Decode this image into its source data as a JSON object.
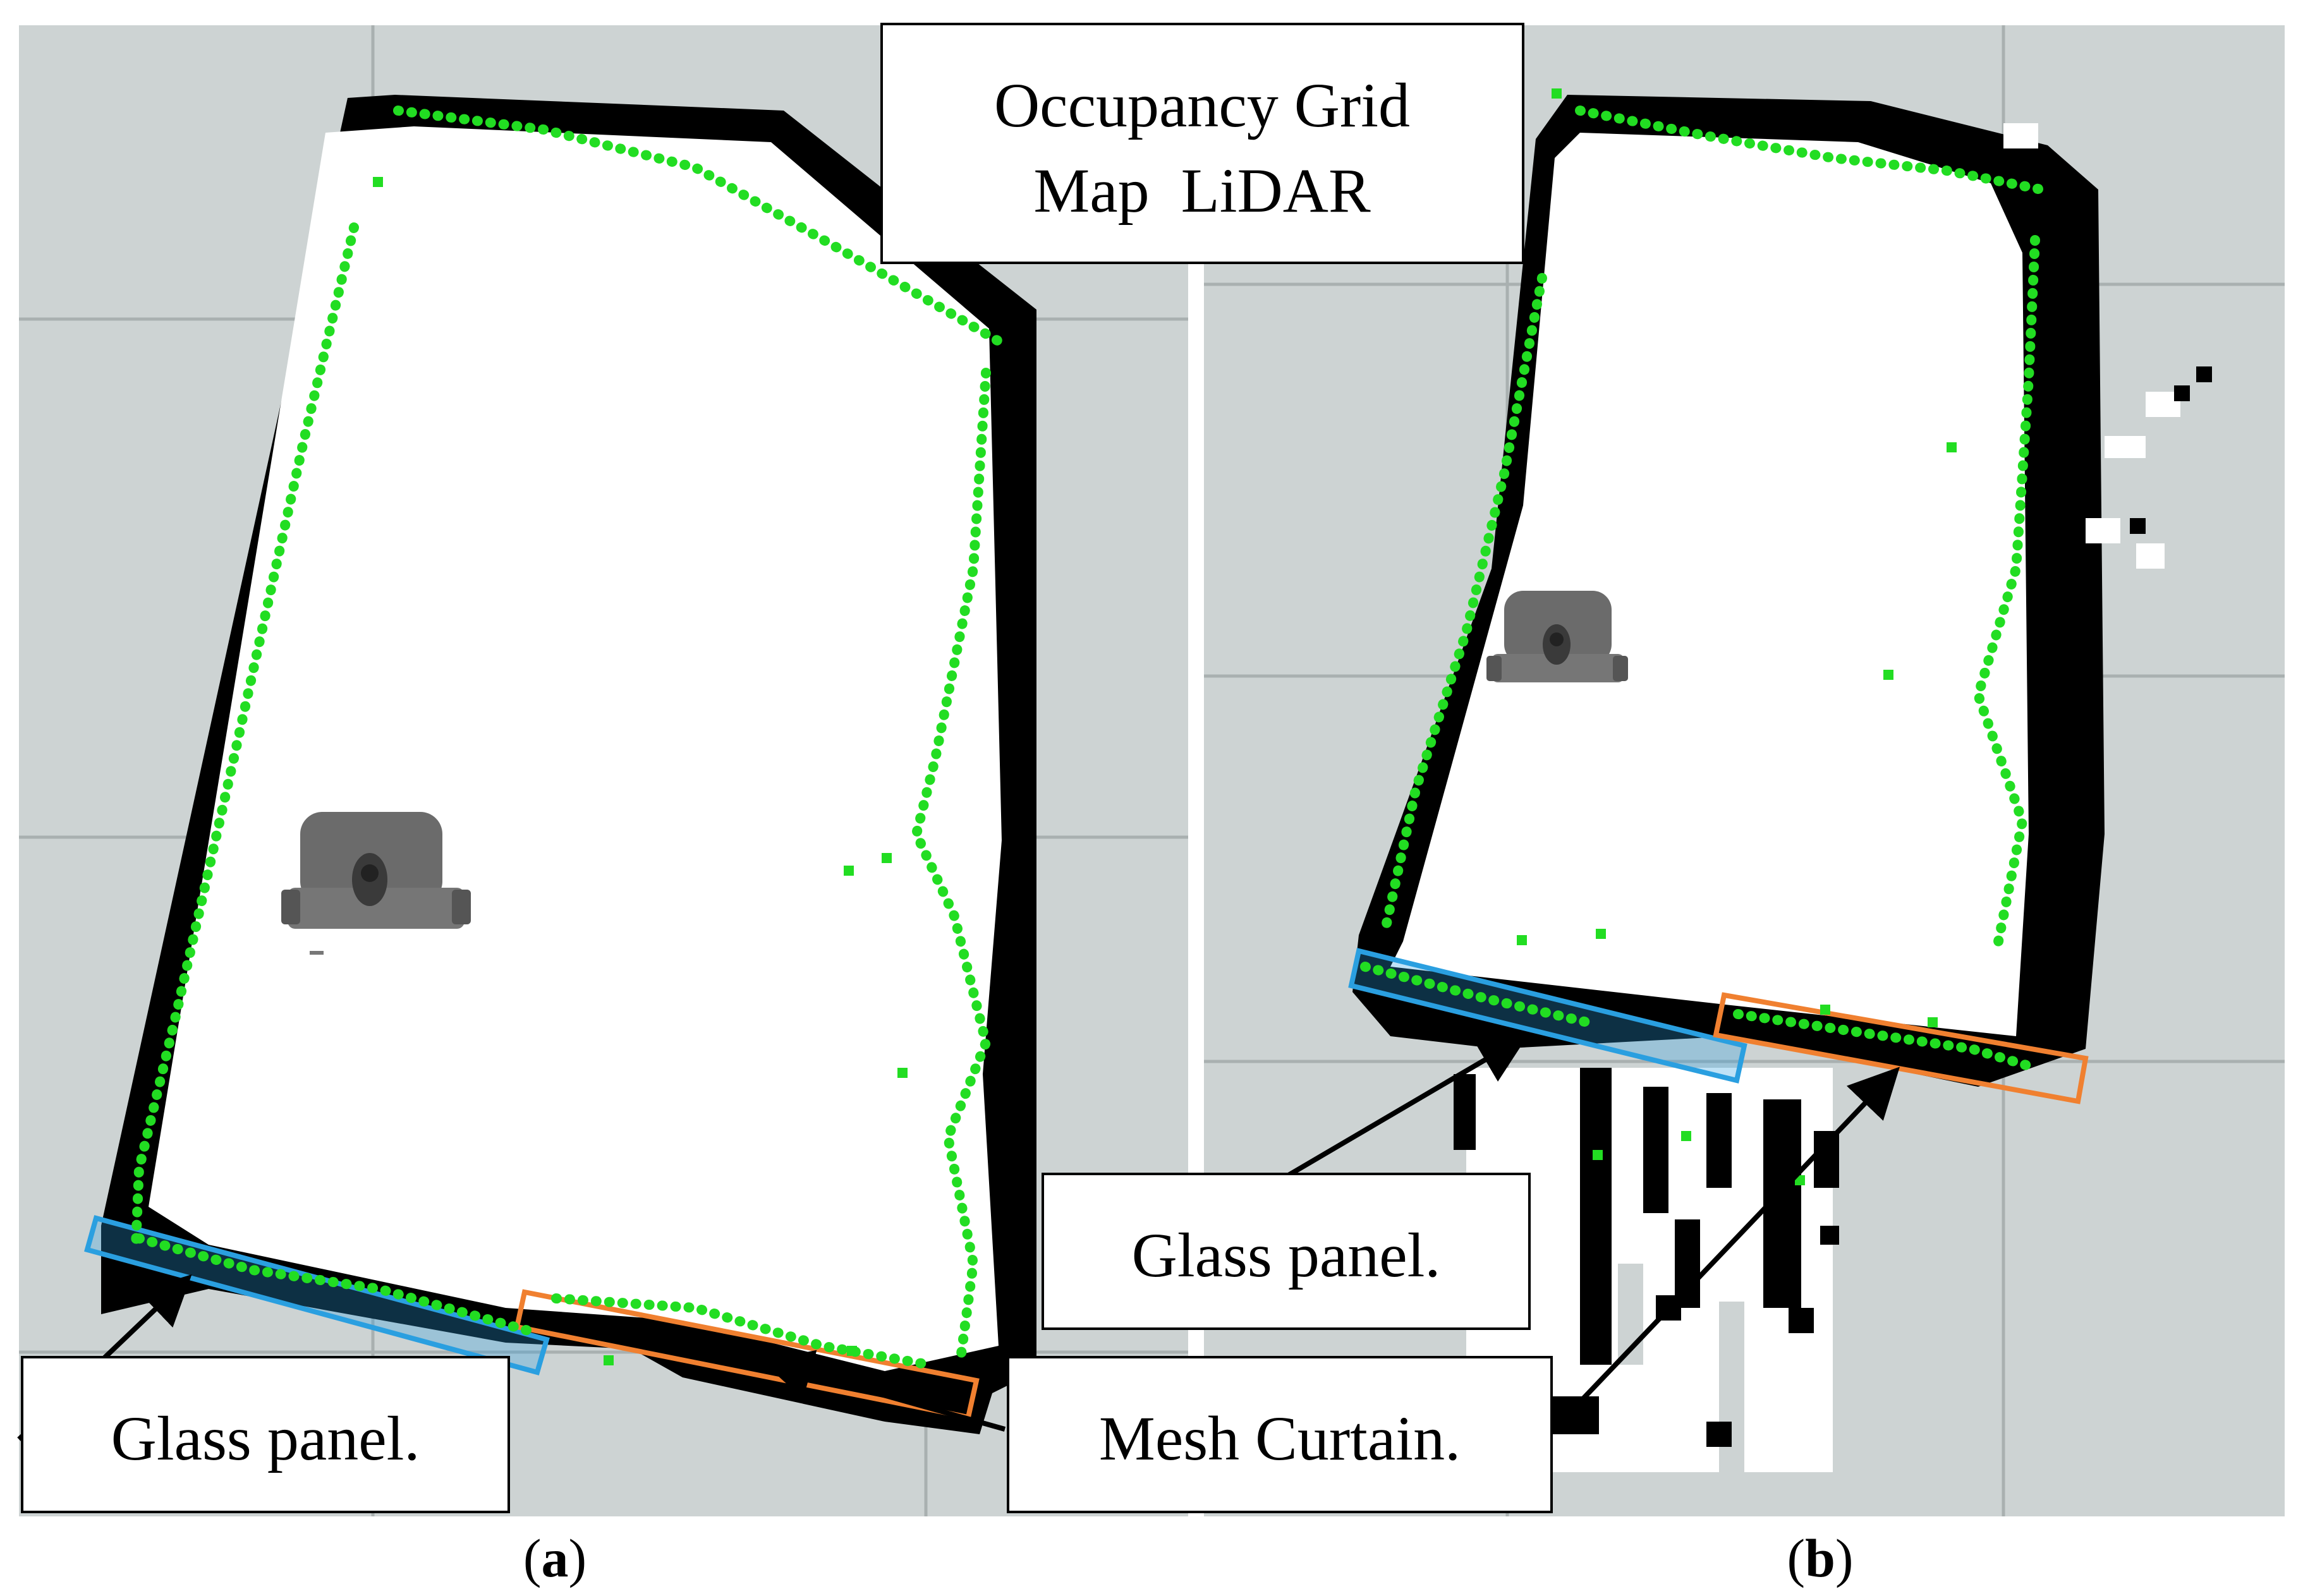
{
  "title_box": {
    "line1": "Occupancy Grid",
    "line2": "Map  LiDAR"
  },
  "panel_a": {
    "caption_open": "(",
    "caption_letter": "a",
    "caption_close": ")",
    "callouts": {
      "glass": "Glass panel.",
      "mesh": "Mesh Curtain."
    }
  },
  "panel_b": {
    "caption_open": "(",
    "caption_letter": "b",
    "caption_close": ")",
    "callouts": {
      "glass": "Glass panel."
    }
  },
  "colors": {
    "unknown": "#cdd3d3",
    "grid_line": "#a9b0b0",
    "free": "#ffffff",
    "occupied": "#000000",
    "lidar_points": "#22dd22",
    "glass_highlight": "#2a9fe0",
    "mesh_highlight": "#f08030",
    "robot": "#6b6b6b"
  },
  "icons": {
    "robot": "robot-icon"
  }
}
